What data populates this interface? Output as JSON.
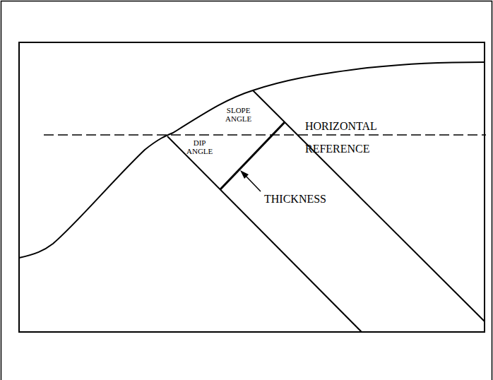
{
  "diagram": {
    "labels": [
      "SLOPE ANGLE",
      "DIP ANGLE",
      "THICKNESS",
      "HORIZONTAL REFERENCE"
    ]
  }
}
